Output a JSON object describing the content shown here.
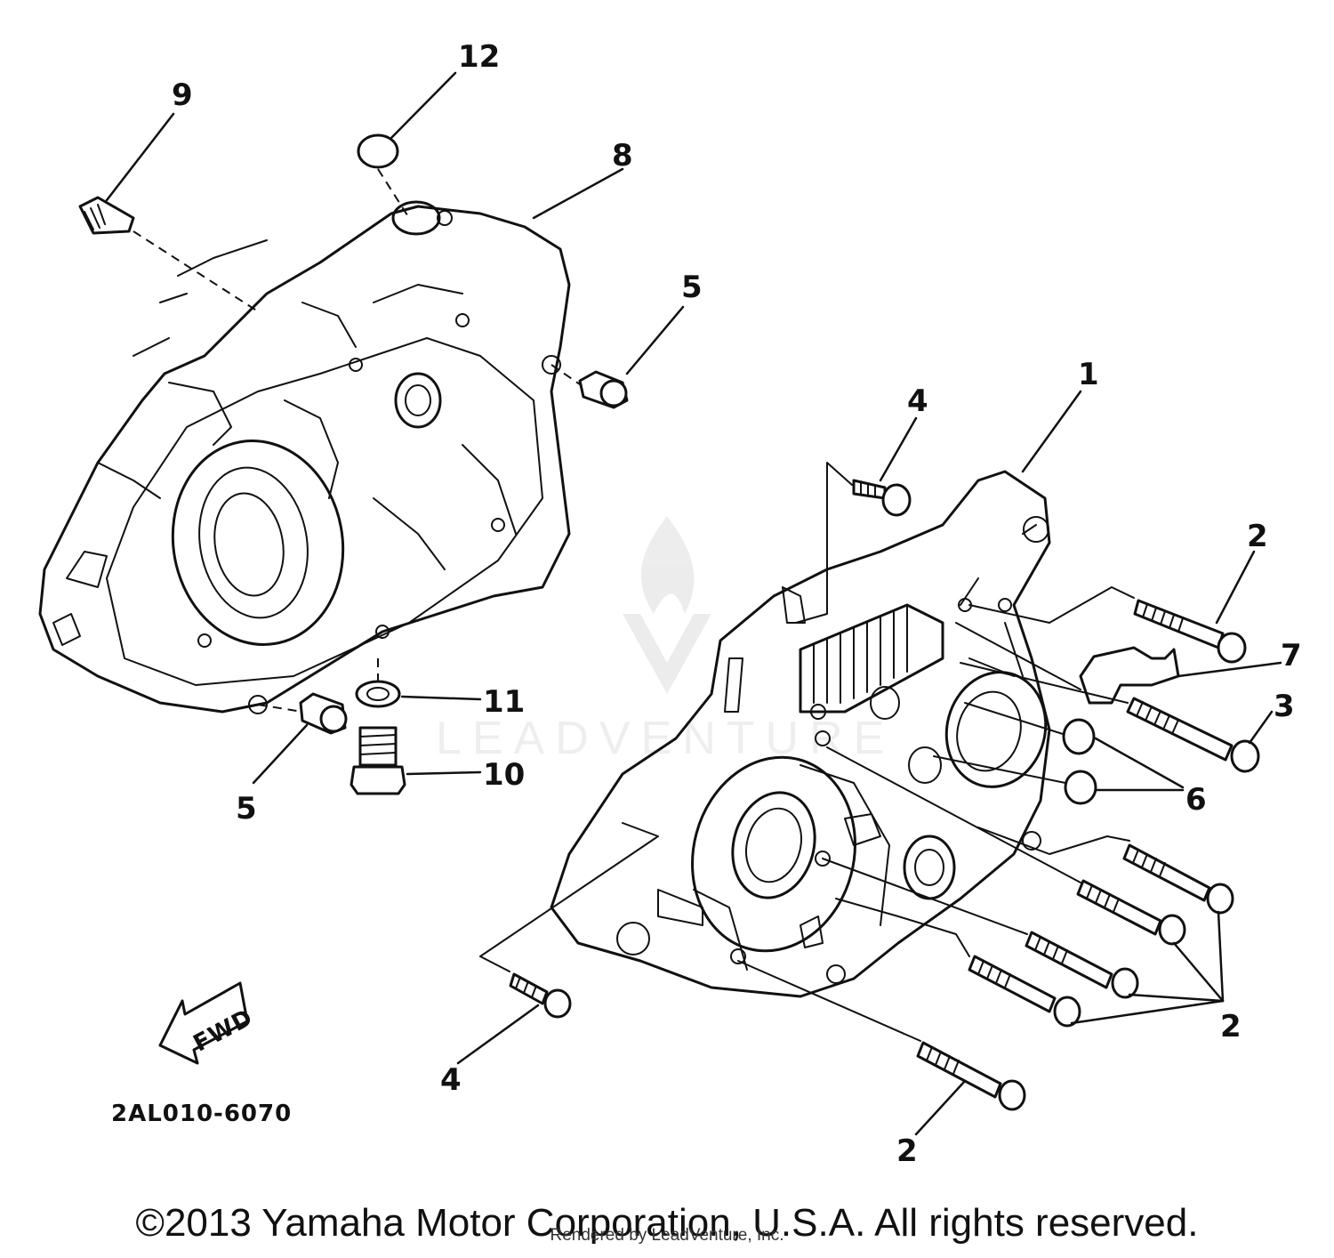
{
  "diagram": {
    "part_code": "2AL010-6070",
    "fwd_label": "FWD",
    "callouts": {
      "c12": "12",
      "c9": "9",
      "c8": "8",
      "c5a": "5",
      "c5b": "5",
      "c1": "1",
      "c4a": "4",
      "c4b": "4",
      "c2a": "2",
      "c7": "7",
      "c3": "3",
      "c11": "11",
      "c10": "10",
      "c6": "6",
      "c2b": "2",
      "c2c": "2"
    }
  },
  "watermark": {
    "text": "LEADVENTURE"
  },
  "footer": {
    "copyright": "©2013 Yamaha Motor Corporation, U.S.A. All rights reserved.",
    "rendered_by": "Rendered by LeadVenture, Inc."
  }
}
